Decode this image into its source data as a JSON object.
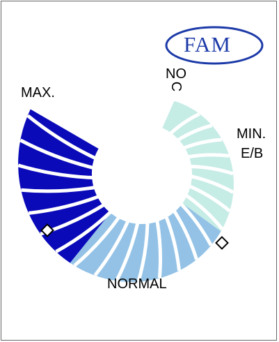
{
  "logo": {
    "text": "FAM",
    "color": "#1c3aa8"
  },
  "dial": {
    "labels": {
      "off_top": "NO",
      "off_bottom": "C",
      "max": "MAX.",
      "min_line1": "MIN.",
      "min_line2": "E/B",
      "normal": "NORMAL"
    },
    "zones": [
      {
        "name": "min-zone",
        "color": "#c6ece6"
      },
      {
        "name": "normal-zone",
        "color": "#93c2e6"
      },
      {
        "name": "max-zone",
        "color": "#0a0ab9"
      }
    ],
    "markers": [
      "diamond-marker",
      "diamond-marker"
    ]
  }
}
